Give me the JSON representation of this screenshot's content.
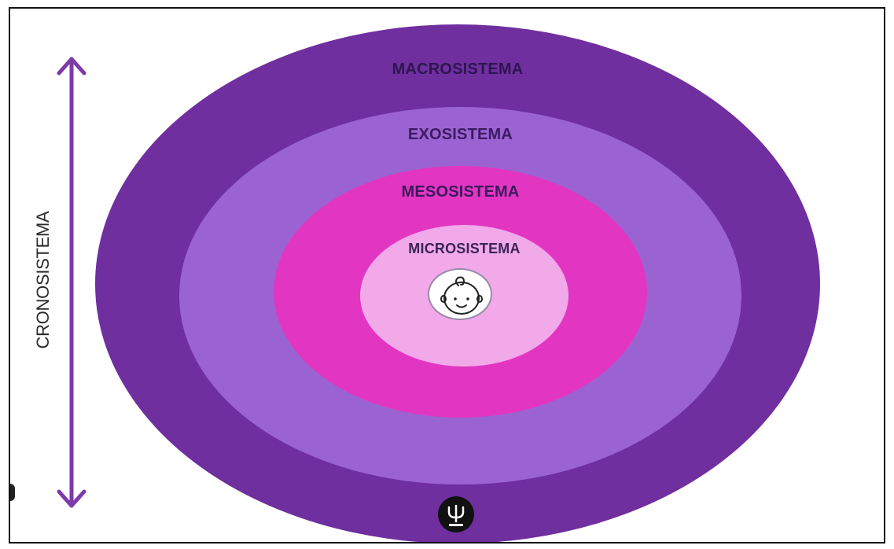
{
  "diagram": {
    "rings": [
      {
        "id": "macro",
        "label": "MACROSISTEMA",
        "color": "#6f2f9f"
      },
      {
        "id": "exo",
        "label": "EXOSISTEMA",
        "color": "#9b63d1"
      },
      {
        "id": "meso",
        "label": "MESOSISTEMA",
        "color": "#e236c2"
      },
      {
        "id": "micro",
        "label": "MICROSISTEMA",
        "color": "#f1a9ea"
      }
    ],
    "center_icon": "baby-face-icon",
    "time_axis": {
      "label": "CRONOSISTEMA",
      "color": "#7d3aa8",
      "icon": "double-headed-arrow"
    },
    "logo_icon": "psi-logo-icon"
  }
}
